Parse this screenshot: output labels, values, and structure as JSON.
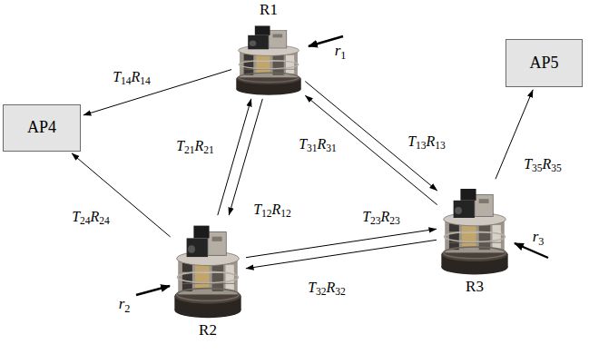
{
  "diagram": {
    "nodes": [
      {
        "text": [
          "R1"
        ]
      },
      {
        "text": [
          "AP4"
        ]
      },
      {
        "text": [
          "AP5"
        ]
      },
      {
        "text": [
          "R2"
        ]
      },
      {
        "text": [
          "R3"
        ]
      }
    ],
    "edges": [
      {
        "from": 0,
        "to": 1,
        "arrow": "to",
        "label": "T14R14"
      },
      {
        "from": 3,
        "to": 0,
        "arrow": "to",
        "label": "T21R21"
      },
      {
        "from": 0,
        "to": 3,
        "arrow": "to",
        "label": "T12R12"
      },
      {
        "from": 4,
        "to": 0,
        "arrow": "to",
        "label": "T31R31"
      },
      {
        "from": 0,
        "to": 4,
        "arrow": "to",
        "label": "T13R13"
      },
      {
        "from": 3,
        "to": 1,
        "arrow": "to",
        "label": "T24R24"
      },
      {
        "from": 3,
        "to": 4,
        "arrow": "to",
        "label": "T23R23"
      },
      {
        "from": 4,
        "to": 3,
        "arrow": "to",
        "label": "T32R32"
      },
      {
        "from": 4,
        "to": 2,
        "arrow": "to",
        "label": "T35R35"
      }
    ],
    "labels": [
      "r1",
      "r2",
      "r3"
    ]
  }
}
